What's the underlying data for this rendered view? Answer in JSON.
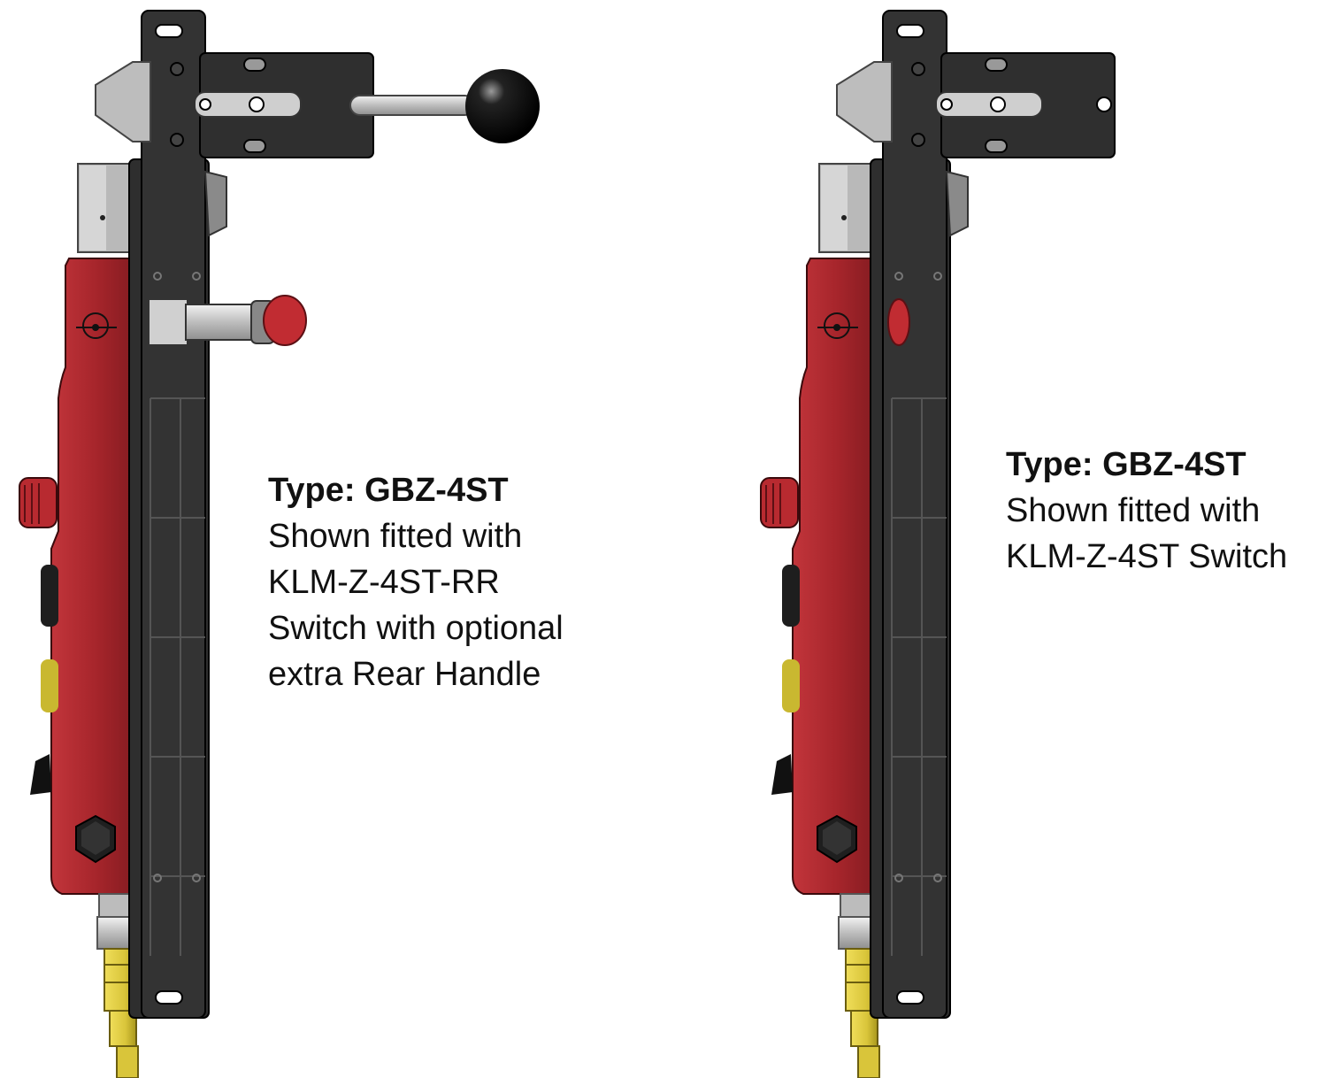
{
  "products": [
    {
      "type_label": "Type: GBZ-4ST",
      "caption_lines": [
        "Shown fitted with",
        "KLM-Z-4ST-RR",
        "Switch with optional",
        "extra Rear Handle"
      ],
      "has_rear_handle": true
    },
    {
      "type_label": "Type: GBZ-4ST",
      "caption_lines": [
        "Shown fitted with",
        "KLM-Z-4ST Switch"
      ],
      "has_rear_handle": false
    }
  ],
  "colors": {
    "housing_red": "#a6252b",
    "plate_black": "#2e2e2e",
    "metal_grey": "#c8c8c8",
    "cable_yellow": "#d9c53a"
  }
}
